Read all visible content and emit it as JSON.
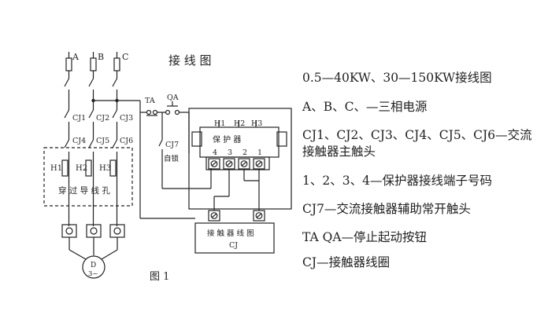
{
  "diagram": {
    "title": "接 线 图",
    "phase_labels": [
      "A",
      "B",
      "C"
    ],
    "contactor_labels_top": [
      "CJ1",
      "CJ2",
      "CJ3"
    ],
    "contactor_labels_mid": [
      "CJ4",
      "CJ5",
      "CJ6"
    ],
    "sensor_labels": [
      "H1",
      "H2",
      "H3"
    ],
    "hole_label": "穿 过 导 线 孔",
    "ta_label": "TA",
    "qa_label": "QA",
    "cj7_label": "CJ7",
    "self_lock_label": "自锁",
    "protector_title": "保 护 器",
    "protector_inputs": [
      "H1",
      "H2",
      "H3"
    ],
    "terminal_numbers": [
      "4",
      "3",
      "2",
      "1"
    ],
    "coil_box_label": "接 触 器 线 图",
    "coil_box_sub": "CJ",
    "motor_label": "D",
    "motor_sub": "3~",
    "figure_caption": "图 1"
  },
  "legend": [
    "0.5—40KW、30—150KW接线图",
    "A、B、C、—三相电源",
    "CJ1、CJ2、CJ3、CJ4、CJ5、CJ6—交流",
    "接触器主触头",
    "1、2、3、4—保护器接线端子号码",
    "CJ7—交流接触器辅助常开触头",
    "TA  QA—停止起动按钮",
    "CJ—接触器线圈"
  ]
}
